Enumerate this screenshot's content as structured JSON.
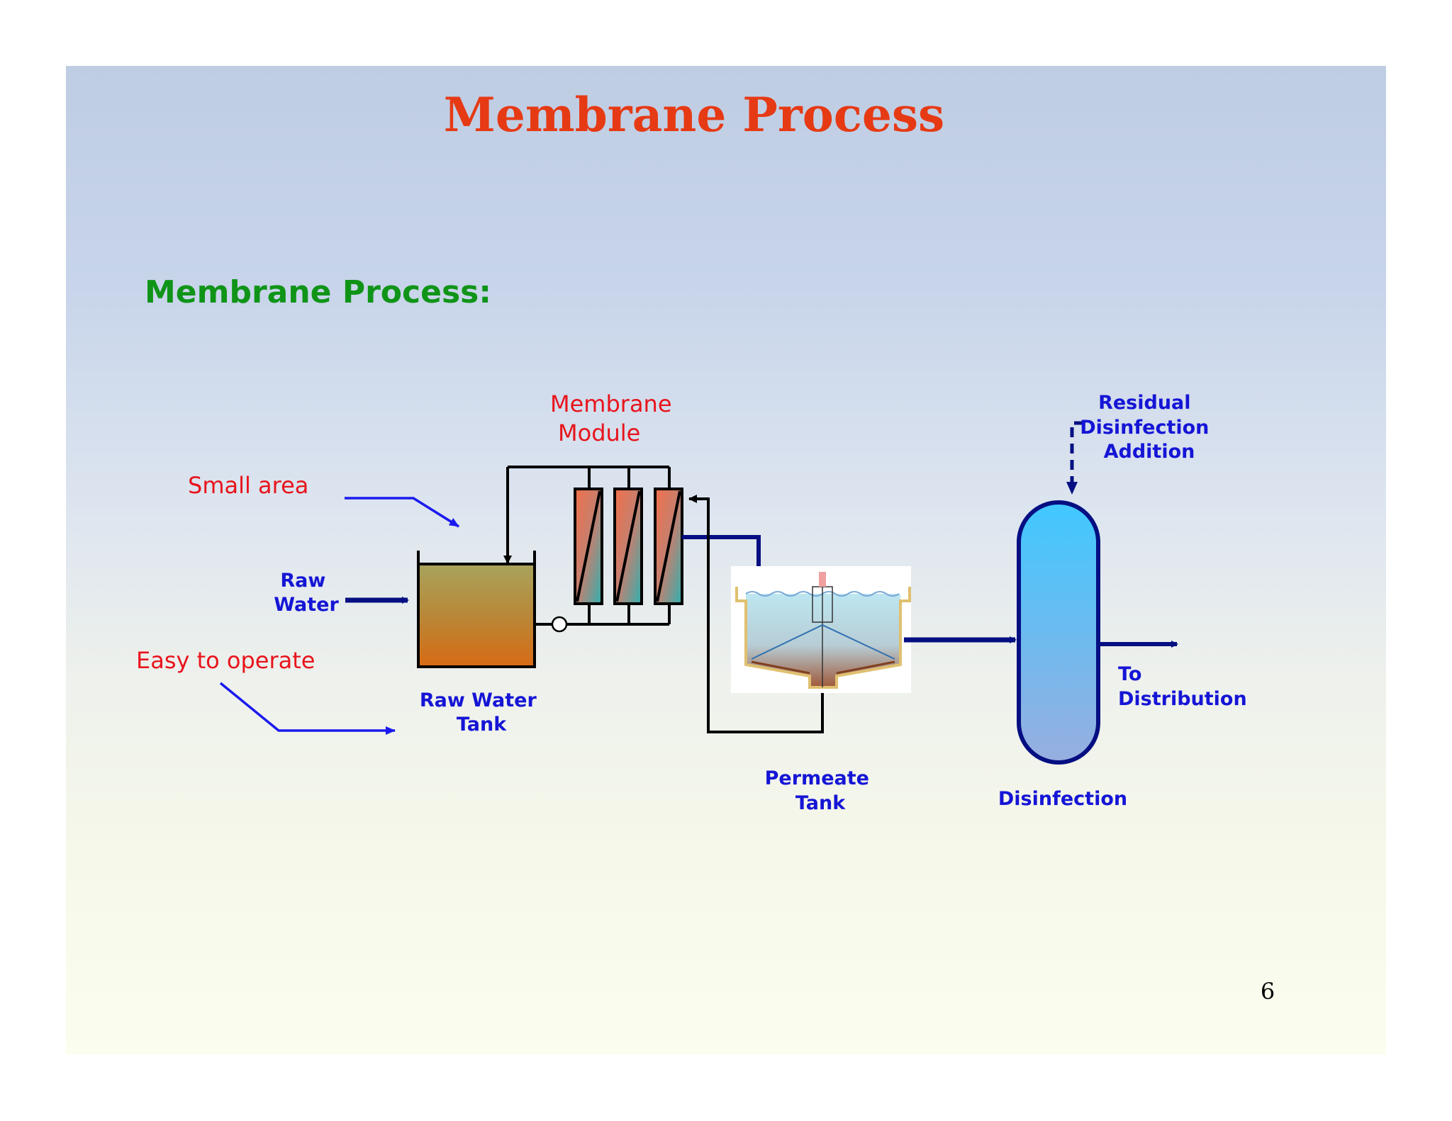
{
  "slide": {
    "title": "Membrane Process",
    "subtitle": "Membrane Process:",
    "page_number": "6"
  },
  "labels": {
    "membrane_module": [
      "Membrane",
      "Module"
    ],
    "small_area": "Small area",
    "easy_to_operate": "Easy to operate",
    "raw_water": [
      "Raw",
      "Water"
    ],
    "raw_water_tank": [
      "Raw Water",
      "Tank"
    ],
    "permeate_tank": [
      "Permeate",
      "Tank"
    ],
    "disinfection": "Disinfection",
    "residual": [
      "Residual",
      "Disinfection",
      "Addition"
    ],
    "to_distribution": [
      "To",
      "Distribution"
    ]
  },
  "colors": {
    "title": "#e63a14",
    "subtitle": "#109418",
    "annotation_red": "#e8141c",
    "label_blue": "#1515d6",
    "flow_navy": "#050f82",
    "annotation_arrow": "#1a1aee"
  }
}
